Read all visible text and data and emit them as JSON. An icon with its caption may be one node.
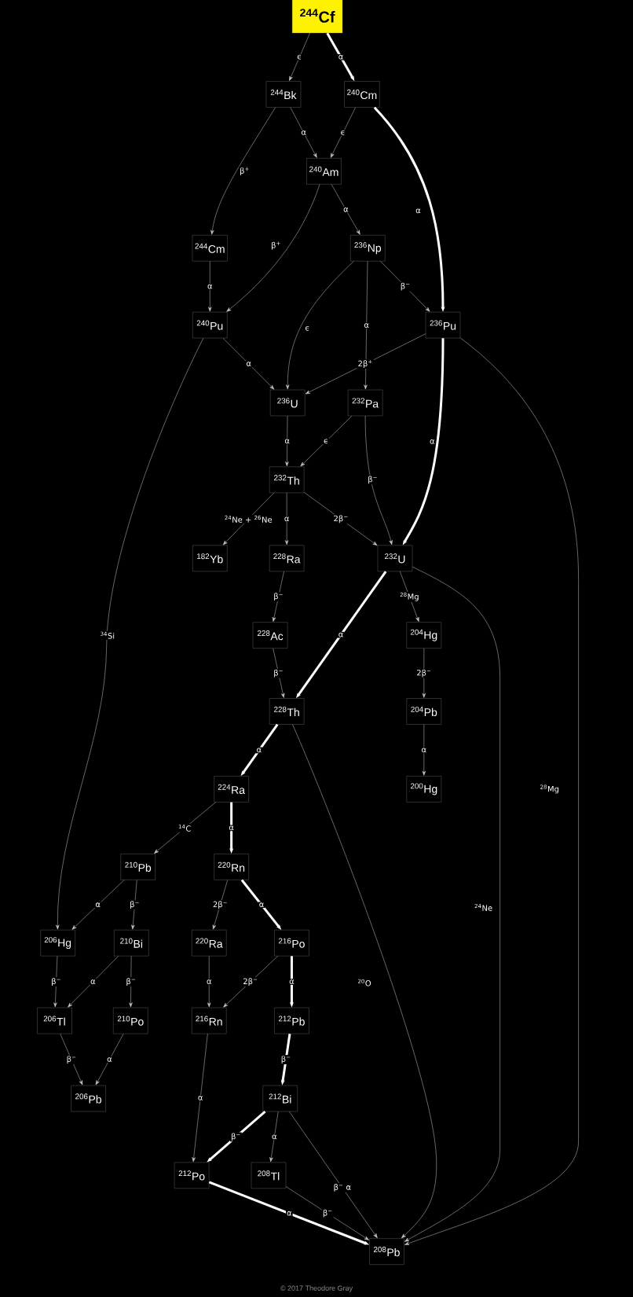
{
  "diagram": {
    "nodes": [
      {
        "text": [
          "$^{244}$Cf"
        ]
      },
      {
        "text": [
          "$^{244}$Bk"
        ]
      },
      {
        "text": [
          "$^{240}$Cm"
        ]
      },
      {
        "text": [
          "$^{240}$Am"
        ]
      },
      {
        "text": [
          "$^{244}$Cm"
        ]
      },
      {
        "text": [
          "$^{236}$Np"
        ]
      },
      {
        "text": [
          "$^{240}$Pu"
        ]
      },
      {
        "text": [
          "$^{236}$Pu"
        ]
      },
      {
        "text": [
          "$^{236}$U"
        ]
      },
      {
        "text": [
          "$^{232}$Pa"
        ]
      },
      {
        "text": [
          "$^{232}$Th"
        ]
      },
      {
        "text": [
          "$^{182}$Yb"
        ]
      },
      {
        "text": [
          "$^{228}$Ra"
        ]
      },
      {
        "text": [
          "$^{232}$U"
        ]
      },
      {
        "text": [
          "$^{228}$Ac"
        ]
      },
      {
        "text": [
          "$^{204}$Hg"
        ]
      },
      {
        "text": [
          "$^{228}$Th"
        ]
      },
      {
        "text": [
          "$^{204}$Pb"
        ]
      },
      {
        "text": [
          "$^{224}$Ra"
        ]
      },
      {
        "text": [
          "$^{200}$Hg"
        ]
      },
      {
        "text": [
          "$^{210}$Pb"
        ]
      },
      {
        "text": [
          "$^{220}$Rn"
        ]
      },
      {
        "text": [
          "$^{206}$Hg"
        ]
      },
      {
        "text": [
          "$^{210}$Bi"
        ]
      },
      {
        "text": [
          "$^{220}$Ra"
        ]
      },
      {
        "text": [
          "$^{216}$Po"
        ]
      },
      {
        "text": [
          "$^{206}$Tl"
        ]
      },
      {
        "text": [
          "$^{210}$Po"
        ]
      },
      {
        "text": [
          "$^{216}$Rn"
        ]
      },
      {
        "text": [
          "$^{212}$Pb"
        ]
      },
      {
        "text": [
          "$^{206}$Pb"
        ]
      },
      {
        "text": [
          "$^{212}$Bi"
        ]
      },
      {
        "text": [
          "$^{212}$Po"
        ]
      },
      {
        "text": [
          "$^{208}$Tl"
        ]
      },
      {
        "text": [
          "$^{208}$Pb"
        ]
      }
    ],
    "edges": [
      {
        "from": 0,
        "to": 1,
        "arrow": "to",
        "label": "ϵ"
      },
      {
        "from": 0,
        "to": 2,
        "arrow": "to",
        "label": "α",
        "style": "thick"
      },
      {
        "from": 1,
        "to": 3,
        "arrow": "to",
        "label": "α"
      },
      {
        "from": 2,
        "to": 3,
        "arrow": "to",
        "label": "ϵ"
      },
      {
        "from": 1,
        "to": 4,
        "arrow": "to",
        "label": "β$^{+}$"
      },
      {
        "from": 2,
        "to": 7,
        "arrow": "to",
        "label": "α",
        "style": "thick"
      },
      {
        "from": 3,
        "to": 5,
        "arrow": "to",
        "label": "α"
      },
      {
        "from": 3,
        "to": 6,
        "arrow": "to",
        "label": "β$^{+}$"
      },
      {
        "from": 4,
        "to": 6,
        "arrow": "to",
        "label": "α"
      },
      {
        "from": 5,
        "to": 8,
        "arrow": "to",
        "label": "ϵ"
      },
      {
        "from": 5,
        "to": 9,
        "arrow": "to",
        "label": "α"
      },
      {
        "from": 5,
        "to": 7,
        "arrow": "to",
        "label": "β$^{−}$"
      },
      {
        "from": 6,
        "to": 8,
        "arrow": "to",
        "label": "α"
      },
      {
        "from": 7,
        "to": 8,
        "arrow": "to",
        "label": "2β$^{+}$"
      },
      {
        "from": 6,
        "to": 22,
        "arrow": "to",
        "label": "$^{34}$Si"
      },
      {
        "from": 7,
        "to": 13,
        "arrow": "to",
        "label": "α",
        "style": "thick"
      },
      {
        "from": 7,
        "to": 34,
        "arrow": "to",
        "label": "$^{28}$Mg"
      },
      {
        "from": 8,
        "to": 10,
        "arrow": "to",
        "label": "α"
      },
      {
        "from": 9,
        "to": 10,
        "arrow": "to",
        "label": "ϵ"
      },
      {
        "from": 9,
        "to": 13,
        "arrow": "to",
        "label": "β$^{−}$"
      },
      {
        "from": 10,
        "to": 11,
        "arrow": "to",
        "label": "$^{24}$Ne + $^{26}$Ne"
      },
      {
        "from": 10,
        "to": 12,
        "arrow": "to",
        "label": "α"
      },
      {
        "from": 10,
        "to": 13,
        "arrow": "to",
        "label": "2β$^{−}$"
      },
      {
        "from": 12,
        "to": 14,
        "arrow": "to",
        "label": "β$^{−}$"
      },
      {
        "from": 14,
        "to": 16,
        "arrow": "to",
        "label": "β$^{−}$"
      },
      {
        "from": 13,
        "to": 16,
        "arrow": "to",
        "label": "α",
        "style": "thick"
      },
      {
        "from": 13,
        "to": 15,
        "arrow": "to",
        "label": "$^{28}$Mg"
      },
      {
        "from": 13,
        "to": 34,
        "arrow": "to",
        "label": "$^{24}$Ne"
      },
      {
        "from": 15,
        "to": 17,
        "arrow": "to",
        "label": "2β$^{−}$"
      },
      {
        "from": 17,
        "to": 19,
        "arrow": "to",
        "label": "α"
      },
      {
        "from": 16,
        "to": 18,
        "arrow": "to",
        "label": "α",
        "style": "thick"
      },
      {
        "from": 16,
        "to": 34,
        "arrow": "to",
        "label": "$^{20}$O"
      },
      {
        "from": 18,
        "to": 20,
        "arrow": "to",
        "label": "$^{14}$C"
      },
      {
        "from": 18,
        "to": 21,
        "arrow": "to",
        "label": "α",
        "style": "thick"
      },
      {
        "from": 20,
        "to": 22,
        "arrow": "to",
        "label": "α"
      },
      {
        "from": 20,
        "to": 23,
        "arrow": "to",
        "label": "β$^{−}$"
      },
      {
        "from": 21,
        "to": 24,
        "arrow": "to",
        "label": "2β$^{−}$"
      },
      {
        "from": 21,
        "to": 25,
        "arrow": "to",
        "label": "α",
        "style": "thick"
      },
      {
        "from": 22,
        "to": 26,
        "arrow": "to",
        "label": "β$^{−}$"
      },
      {
        "from": 23,
        "to": 26,
        "arrow": "to",
        "label": "α"
      },
      {
        "from": 23,
        "to": 27,
        "arrow": "to",
        "label": "β$^{−}$"
      },
      {
        "from": 24,
        "to": 28,
        "arrow": "to",
        "label": "α"
      },
      {
        "from": 25,
        "to": 28,
        "arrow": "to",
        "label": "2β$^{−}$"
      },
      {
        "from": 25,
        "to": 29,
        "arrow": "to",
        "label": "α",
        "style": "thick"
      },
      {
        "from": 26,
        "to": 30,
        "arrow": "to",
        "label": "β$^{−}$"
      },
      {
        "from": 27,
        "to": 30,
        "arrow": "to",
        "label": "α"
      },
      {
        "from": 28,
        "to": 32,
        "arrow": "to",
        "label": "α"
      },
      {
        "from": 29,
        "to": 31,
        "arrow": "to",
        "label": "β$^{−}$",
        "style": "thick"
      },
      {
        "from": 31,
        "to": 32,
        "arrow": "to",
        "label": "β$^{−}$",
        "style": "thick"
      },
      {
        "from": 31,
        "to": 33,
        "arrow": "to",
        "label": "α"
      },
      {
        "from": 31,
        "to": 34,
        "arrow": "to",
        "label": "β$^{−}$ α"
      },
      {
        "from": 32,
        "to": 34,
        "arrow": "to",
        "label": "α",
        "style": "thick"
      },
      {
        "from": 33,
        "to": 34,
        "arrow": "to",
        "label": "β$^{−}$"
      }
    ],
    "labels": [
      "© 2017 Theodore Gray"
    ]
  }
}
